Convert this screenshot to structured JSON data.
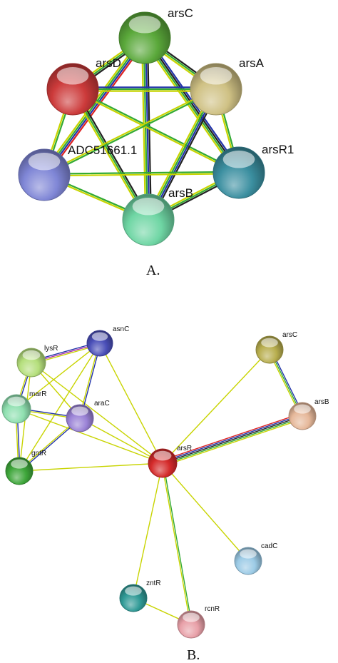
{
  "panel_a": {
    "caption": "A.",
    "nodes": [
      {
        "id": "arsC",
        "label": "arsC",
        "color": "#5aa83a"
      },
      {
        "id": "arsD",
        "label": "arsD",
        "color": "#cc3a3a"
      },
      {
        "id": "arsA",
        "label": "arsA",
        "color": "#cfc184"
      },
      {
        "id": "ADC51661.1",
        "label": "ADC51661.1",
        "color": "#7f86d6"
      },
      {
        "id": "arsR1",
        "label": "arsR1",
        "color": "#3b8fa0"
      },
      {
        "id": "arsB",
        "label": "arsB",
        "color": "#6fd6a4"
      }
    ],
    "edges": [
      {
        "from": "arsC",
        "to": "arsD",
        "colors": [
          "#222222",
          "#33aa33",
          "#c8d400"
        ]
      },
      {
        "from": "arsC",
        "to": "arsA",
        "colors": [
          "#222222",
          "#33aa33",
          "#c8d400"
        ]
      },
      {
        "from": "arsC",
        "to": "ADC51661.1",
        "colors": [
          "#dd2222",
          "#2233aa",
          "#33aa33",
          "#c8d400"
        ]
      },
      {
        "from": "arsC",
        "to": "arsR1",
        "colors": [
          "#2233aa",
          "#222222",
          "#33aa33",
          "#c8d400"
        ]
      },
      {
        "from": "arsC",
        "to": "arsB",
        "colors": [
          "#222222",
          "#2233aa",
          "#33aa33",
          "#c8d400"
        ]
      },
      {
        "from": "arsD",
        "to": "arsA",
        "colors": [
          "#2233aa",
          "#33aa33",
          "#c8d400"
        ]
      },
      {
        "from": "arsD",
        "to": "ADC51661.1",
        "colors": [
          "#33aa33",
          "#c8d400"
        ]
      },
      {
        "from": "arsD",
        "to": "arsR1",
        "colors": [
          "#33aa33",
          "#c8d400"
        ]
      },
      {
        "from": "arsD",
        "to": "arsB",
        "colors": [
          "#222222",
          "#33aa33",
          "#c8d400"
        ]
      },
      {
        "from": "arsA",
        "to": "ADC51661.1",
        "colors": [
          "#33aa33",
          "#c8d400"
        ]
      },
      {
        "from": "arsA",
        "to": "arsR1",
        "colors": [
          "#33aa33",
          "#c8d400"
        ]
      },
      {
        "from": "arsA",
        "to": "arsB",
        "colors": [
          "#222222",
          "#2233aa",
          "#33aa33",
          "#c8d400"
        ]
      },
      {
        "from": "ADC51661.1",
        "to": "arsR1",
        "colors": [
          "#33aa33",
          "#c8d400"
        ]
      },
      {
        "from": "ADC51661.1",
        "to": "arsB",
        "colors": [
          "#33aa33",
          "#c8d400"
        ]
      },
      {
        "from": "arsR1",
        "to": "arsB",
        "colors": [
          "#222222",
          "#33aa33",
          "#c8d400"
        ]
      }
    ]
  },
  "panel_b": {
    "caption": "B.",
    "nodes": [
      {
        "id": "asnC",
        "label": "asnC",
        "color": "#4a4fb8"
      },
      {
        "id": "lysR",
        "label": "lysR",
        "color": "#b5df7c"
      },
      {
        "id": "marR",
        "label": "marR",
        "color": "#8fe0b0"
      },
      {
        "id": "araC",
        "label": "araC",
        "color": "#9a82d6"
      },
      {
        "id": "gntR",
        "label": "gntR",
        "color": "#3ea63a"
      },
      {
        "id": "arsR",
        "label": "arsR",
        "color": "#d42a2a"
      },
      {
        "id": "arsC",
        "label": "arsC",
        "color": "#b8ae4e"
      },
      {
        "id": "arsB",
        "label": "arsB",
        "color": "#e6b89a"
      },
      {
        "id": "cadC",
        "label": "cadC",
        "color": "#9ccbe6"
      },
      {
        "id": "zntR",
        "label": "zntR",
        "color": "#2f9a96"
      },
      {
        "id": "rcnR",
        "label": "rcnR",
        "color": "#e8a0a8"
      }
    ],
    "edges": [
      {
        "from": "lysR",
        "to": "asnC",
        "colors": [
          "#2233aa",
          "#aa33aa",
          "#c8d400"
        ]
      },
      {
        "from": "lysR",
        "to": "marR",
        "colors": [
          "#2233aa",
          "#c8d400"
        ]
      },
      {
        "from": "lysR",
        "to": "araC",
        "colors": [
          "#c8d400"
        ]
      },
      {
        "from": "lysR",
        "to": "gntR",
        "colors": [
          "#c8d400"
        ]
      },
      {
        "from": "lysR",
        "to": "arsR",
        "colors": [
          "#c8d400"
        ]
      },
      {
        "from": "asnC",
        "to": "araC",
        "colors": [
          "#2233aa",
          "#c8d400"
        ]
      },
      {
        "from": "asnC",
        "to": "marR",
        "colors": [
          "#c8d400"
        ]
      },
      {
        "from": "asnC",
        "to": "gntR",
        "colors": [
          "#c8d400"
        ]
      },
      {
        "from": "asnC",
        "to": "arsR",
        "colors": [
          "#c8d400"
        ]
      },
      {
        "from": "marR",
        "to": "araC",
        "colors": [
          "#2233aa",
          "#c8d400"
        ]
      },
      {
        "from": "marR",
        "to": "gntR",
        "colors": [
          "#2233aa",
          "#c8d400"
        ]
      },
      {
        "from": "marR",
        "to": "arsR",
        "colors": [
          "#c8d400"
        ]
      },
      {
        "from": "araC",
        "to": "gntR",
        "colors": [
          "#2233aa",
          "#c8d400"
        ]
      },
      {
        "from": "araC",
        "to": "arsR",
        "colors": [
          "#c8d400"
        ]
      },
      {
        "from": "gntR",
        "to": "arsR",
        "colors": [
          "#c8d400"
        ]
      },
      {
        "from": "arsR",
        "to": "arsC",
        "colors": [
          "#c8d400"
        ]
      },
      {
        "from": "arsR",
        "to": "arsB",
        "colors": [
          "#dd2222",
          "#2233aa",
          "#222222",
          "#33aa33",
          "#c8d400"
        ]
      },
      {
        "from": "arsC",
        "to": "arsB",
        "colors": [
          "#2233aa",
          "#33aa33",
          "#c8d400"
        ]
      },
      {
        "from": "arsR",
        "to": "cadC",
        "colors": [
          "#c8d400"
        ]
      },
      {
        "from": "arsR",
        "to": "zntR",
        "colors": [
          "#c8d400"
        ]
      },
      {
        "from": "arsR",
        "to": "rcnR",
        "colors": [
          "#33aa33",
          "#c8d400"
        ]
      },
      {
        "from": "zntR",
        "to": "rcnR",
        "colors": [
          "#c8d400"
        ]
      }
    ]
  }
}
